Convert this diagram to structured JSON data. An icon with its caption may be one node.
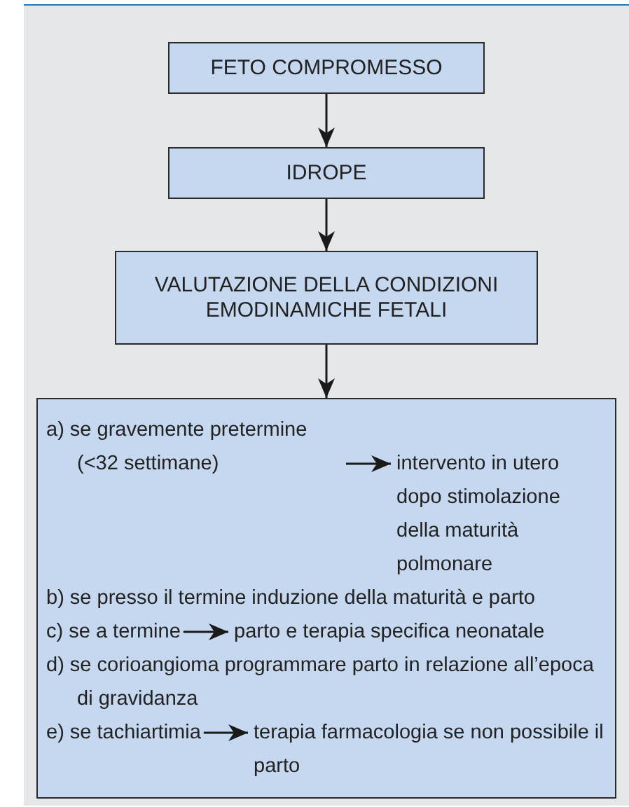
{
  "diagram": {
    "nodes": [
      {
        "text": [
          "FETO COMPROMESSO"
        ]
      },
      {
        "text": [
          "IDROPE"
        ]
      },
      {
        "text": [
          "VALUTAZIONE DELLA CONDIZIONI EMODINAMICHE FETALI"
        ]
      },
      {
        "text": [],
        "shape": "box"
      },
      {
        "text": [
          "a) se gravemente pretermine (<32 settimane)"
        ],
        "in": 3
      },
      {
        "text": [
          "intervento in utero dopo stimolazione della maturità polmonare"
        ],
        "in": 3
      },
      {
        "text": [
          "b) se presso il termine induzione della maturità e parto"
        ],
        "in": 3
      },
      {
        "text": [
          "c) se a termine"
        ],
        "in": 3
      },
      {
        "text": [
          "parto e terapia specifica neonatale"
        ],
        "in": 3
      },
      {
        "text": [
          "d) se corioangioma programmare parto in relazione all’epoca di gravidanza"
        ],
        "in": 3
      },
      {
        "text": [
          "e) se tachiartimia"
        ],
        "in": 3
      },
      {
        "text": [
          "terapia farmacologia se non possibile il parto"
        ],
        "in": 3
      }
    ],
    "edges": [
      {
        "from": 0,
        "to": 1,
        "arrow": "to"
      },
      {
        "from": 1,
        "to": 2,
        "arrow": "to"
      },
      {
        "from": 2,
        "to": 3,
        "arrow": "to"
      },
      {
        "from": 4,
        "to": 5,
        "arrow": "to"
      },
      {
        "from": 7,
        "to": 8,
        "arrow": "to"
      },
      {
        "from": 10,
        "to": 11,
        "arrow": "to"
      }
    ]
  }
}
